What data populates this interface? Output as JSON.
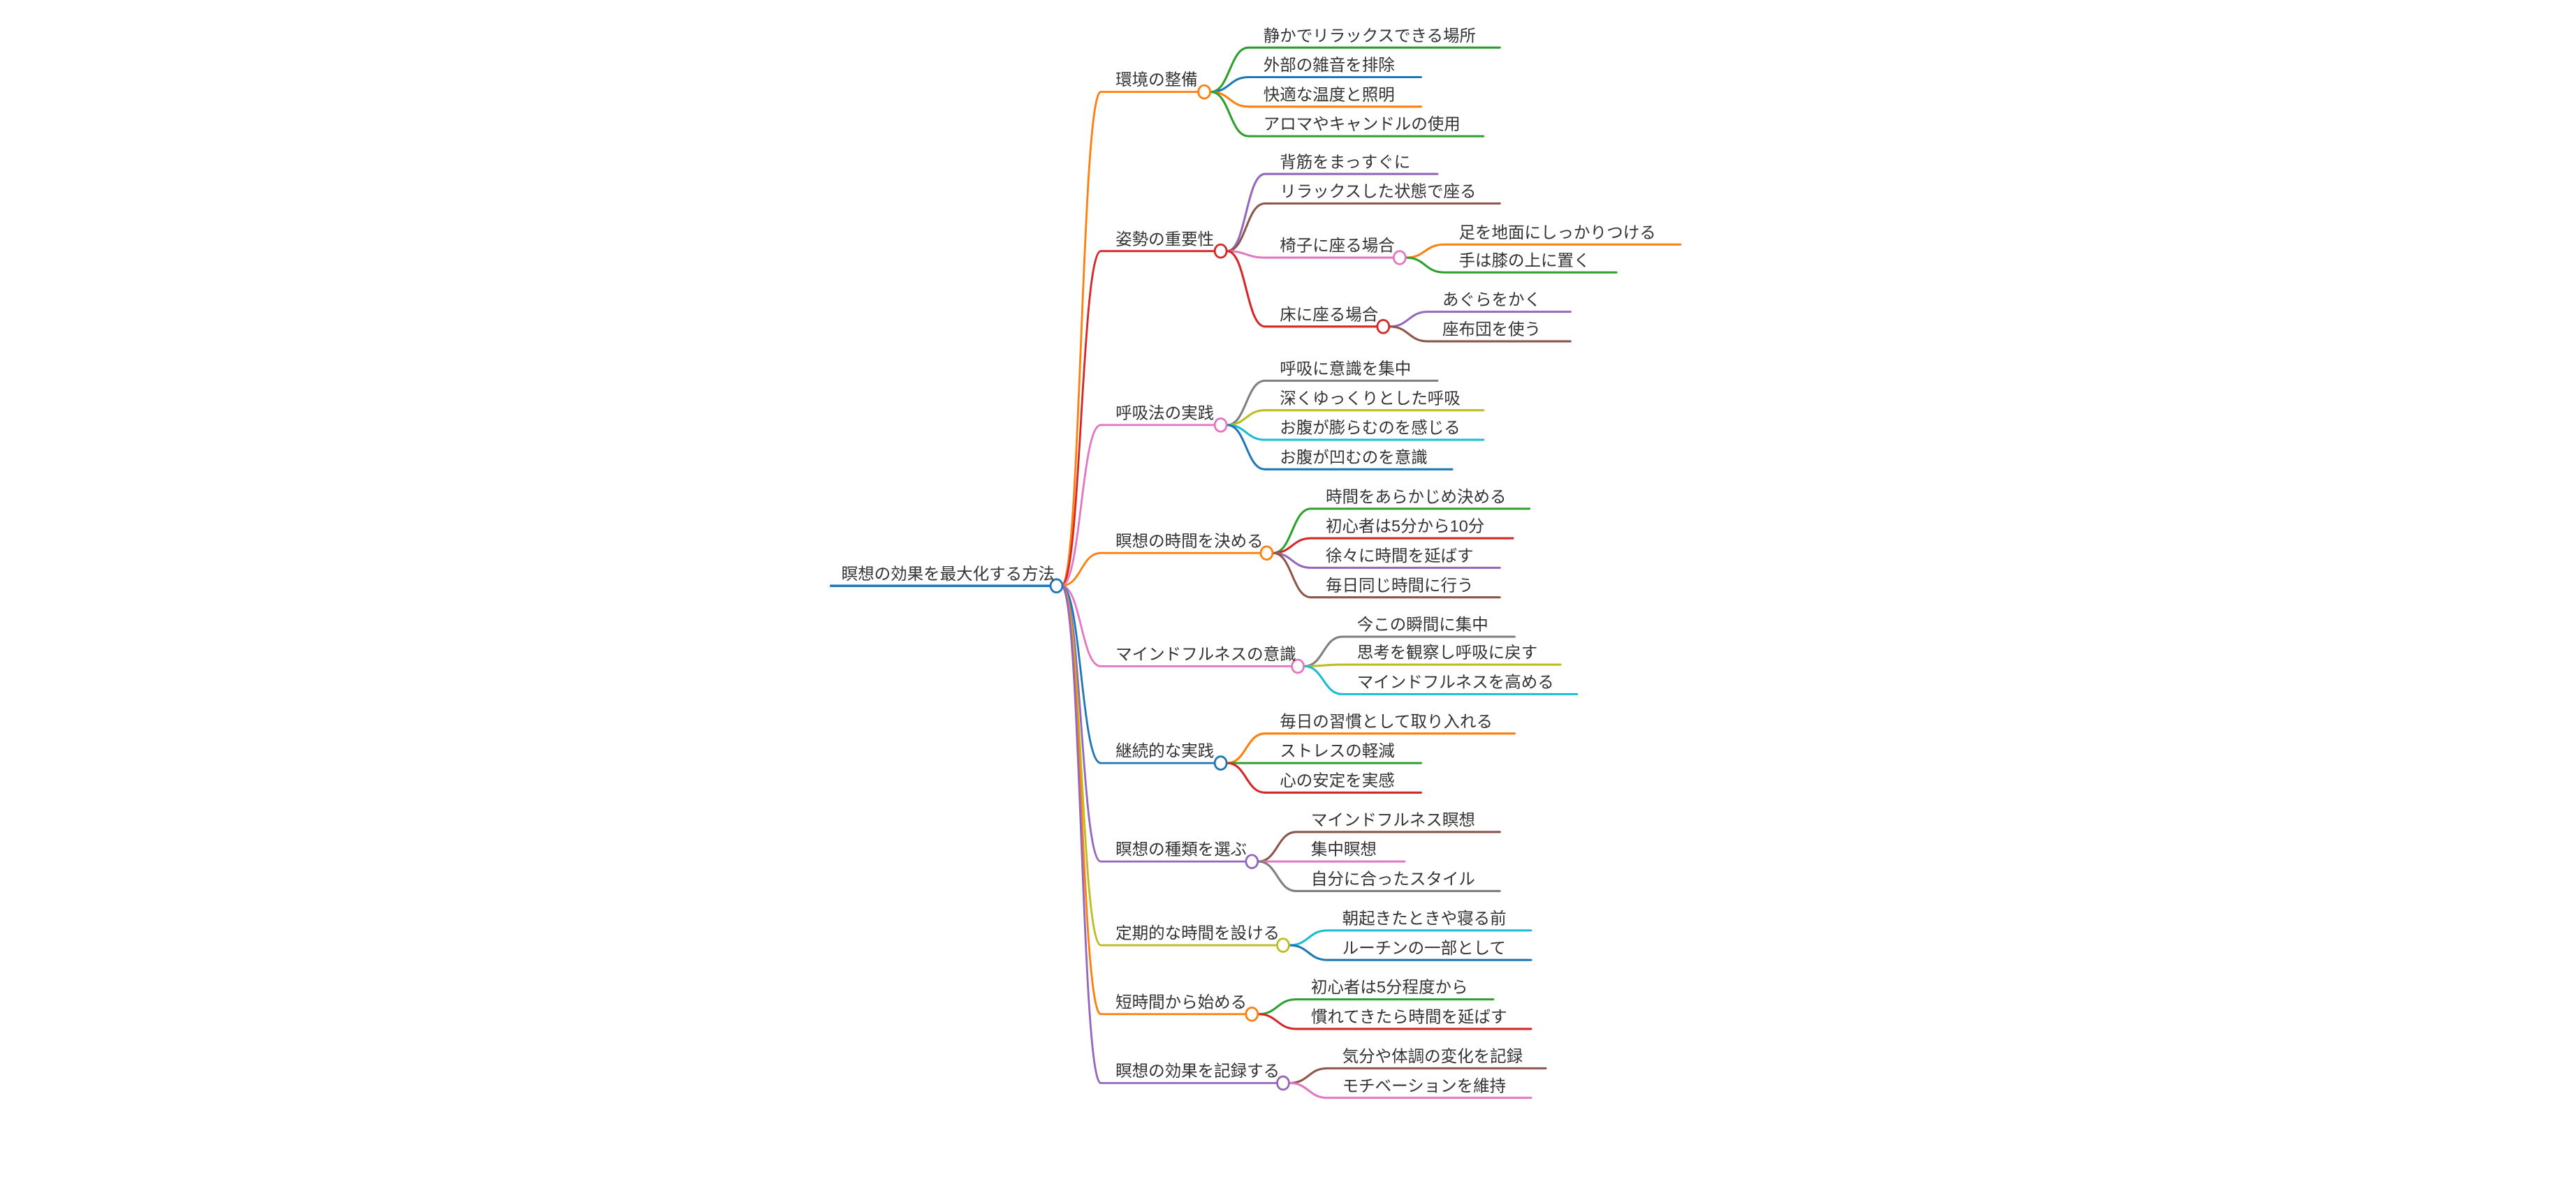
{
  "root": {
    "label": "瞑想の効果を最大化する方法",
    "color": "#1f77b4",
    "branches": [
      {
        "label": "環境の整備",
        "color": "#ff7f0e",
        "children": [
          {
            "label": "静かでリラックスできる場所",
            "color": "#2ca02c"
          },
          {
            "label": "外部の雑音を排除",
            "color": "#1f77b4"
          },
          {
            "label": "快適な温度と照明",
            "color": "#ff7f0e"
          },
          {
            "label": "アロマやキャンドルの使用",
            "color": "#2ca02c"
          }
        ]
      },
      {
        "label": "姿勢の重要性",
        "color": "#d62728",
        "children": [
          {
            "label": "背筋をまっすぐに",
            "color": "#9467bd"
          },
          {
            "label": "リラックスした状態で座る",
            "color": "#8c564b"
          },
          {
            "label": "椅子に座る場合",
            "color": "#e377c2",
            "children": [
              {
                "label": "足を地面にしっかりつける",
                "color": "#ff7f0e"
              },
              {
                "label": "手は膝の上に置く",
                "color": "#2ca02c"
              }
            ]
          },
          {
            "label": "床に座る場合",
            "color": "#d62728",
            "children": [
              {
                "label": "あぐらをかく",
                "color": "#9467bd"
              },
              {
                "label": "座布団を使う",
                "color": "#8c564b"
              }
            ]
          }
        ]
      },
      {
        "label": "呼吸法の実践",
        "color": "#e377c2",
        "children": [
          {
            "label": "呼吸に意識を集中",
            "color": "#7f7f7f"
          },
          {
            "label": "深くゆっくりとした呼吸",
            "color": "#bcbd22"
          },
          {
            "label": "お腹が膨らむのを感じる",
            "color": "#17becf"
          },
          {
            "label": "お腹が凹むのを意識",
            "color": "#1f77b4"
          }
        ]
      },
      {
        "label": "瞑想の時間を決める",
        "color": "#ff7f0e",
        "children": [
          {
            "label": "時間をあらかじめ決める",
            "color": "#2ca02c"
          },
          {
            "label": "初心者は5分から10分",
            "color": "#d62728"
          },
          {
            "label": "徐々に時間を延ばす",
            "color": "#9467bd"
          },
          {
            "label": "毎日同じ時間に行う",
            "color": "#8c564b"
          }
        ]
      },
      {
        "label": "マインドフルネスの意識",
        "color": "#e377c2",
        "children": [
          {
            "label": "今この瞬間に集中",
            "color": "#7f7f7f"
          },
          {
            "label": "思考を観察し呼吸に戻す",
            "color": "#bcbd22"
          },
          {
            "label": "マインドフルネスを高める",
            "color": "#17becf"
          }
        ]
      },
      {
        "label": "継続的な実践",
        "color": "#1f77b4",
        "children": [
          {
            "label": "毎日の習慣として取り入れる",
            "color": "#ff7f0e"
          },
          {
            "label": "ストレスの軽減",
            "color": "#2ca02c"
          },
          {
            "label": "心の安定を実感",
            "color": "#d62728"
          }
        ]
      },
      {
        "label": "瞑想の種類を選ぶ",
        "color": "#9467bd",
        "children": [
          {
            "label": "マインドフルネス瞑想",
            "color": "#8c564b"
          },
          {
            "label": "集中瞑想",
            "color": "#e377c2"
          },
          {
            "label": "自分に合ったスタイル",
            "color": "#7f7f7f"
          }
        ]
      },
      {
        "label": "定期的な時間を設ける",
        "color": "#bcbd22",
        "children": [
          {
            "label": "朝起きたときや寝る前",
            "color": "#17becf"
          },
          {
            "label": "ルーチンの一部として",
            "color": "#1f77b4"
          }
        ]
      },
      {
        "label": "短時間から始める",
        "color": "#ff7f0e",
        "children": [
          {
            "label": "初心者は5分程度から",
            "color": "#2ca02c"
          },
          {
            "label": "慣れてきたら時間を延ばす",
            "color": "#d62728"
          }
        ]
      },
      {
        "label": "瞑想の効果を記録する",
        "color": "#9467bd",
        "children": [
          {
            "label": "気分や体調の変化を記録",
            "color": "#8c564b"
          },
          {
            "label": "モチベーションを維持",
            "color": "#e377c2"
          }
        ]
      }
    ]
  }
}
